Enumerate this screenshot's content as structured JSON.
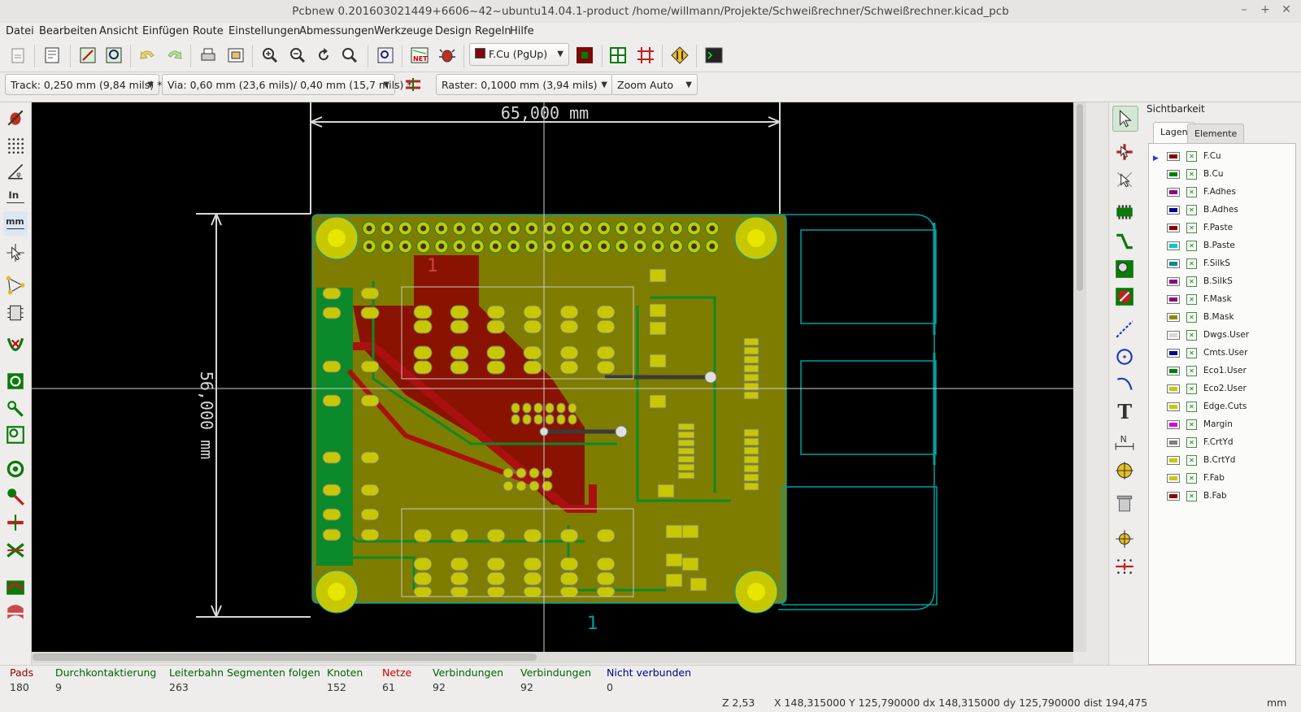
{
  "window": {
    "title": "Pcbnew 0.201603021449+6606~42~ubuntu14.04.1-product /home/willmann/Projekte/Schweißrechner/Schweißrechner.kicad_pcb",
    "minimize": "–",
    "maximize": "+",
    "close": "✕"
  },
  "menu": [
    "Datei",
    "Bearbeiten",
    "Ansicht",
    "Einfügen",
    "Route",
    "Einstellungen",
    "Abmessungen",
    "Werkzeuge",
    "Design Regeln",
    "Hilfe"
  ],
  "toolbar": {
    "layer_select": "F.Cu (PgUp)",
    "layer_color": "#7a0a0a"
  },
  "toolbar2": {
    "track": "Track: 0,250 mm (9,84 mils) *",
    "via": "Via: 0,60 mm (23,6 mils)/ 0,40 mm (15,7 mils) *",
    "grid": "Raster: 0,1000 mm (3,94 mils)",
    "zoom": "Zoom Auto"
  },
  "canvas": {
    "dim_horizontal": "65,000 mm",
    "dim_vertical": "56,000 mm",
    "silk_label_1": "1",
    "silk_label_2": "1"
  },
  "panel": {
    "title": "Sichtbarkeit",
    "tab_layers": "Lagen",
    "tab_elements": "Elemente",
    "layers": [
      {
        "name": "F.Cu",
        "color": "#8b0000"
      },
      {
        "name": "B.Cu",
        "color": "#008000"
      },
      {
        "name": "F.Adhes",
        "color": "#8b008b"
      },
      {
        "name": "B.Adhes",
        "color": "#00008b"
      },
      {
        "name": "F.Paste",
        "color": "#8b0000"
      },
      {
        "name": "B.Paste",
        "color": "#00c8c8"
      },
      {
        "name": "F.SilkS",
        "color": "#008b8b"
      },
      {
        "name": "B.SilkS",
        "color": "#8b008b"
      },
      {
        "name": "F.Mask",
        "color": "#8b008b"
      },
      {
        "name": "B.Mask",
        "color": "#8b8b00"
      },
      {
        "name": "Dwgs.User",
        "color": "#d8d8d8"
      },
      {
        "name": "Cmts.User",
        "color": "#00008b"
      },
      {
        "name": "Eco1.User",
        "color": "#008000"
      },
      {
        "name": "Eco2.User",
        "color": "#c8c800"
      },
      {
        "name": "Edge.Cuts",
        "color": "#c8c800"
      },
      {
        "name": "Margin",
        "color": "#d800d8"
      },
      {
        "name": "F.CrtYd",
        "color": "#808080"
      },
      {
        "name": "B.CrtYd",
        "color": "#c8c800"
      },
      {
        "name": "F.Fab",
        "color": "#c8c800"
      },
      {
        "name": "B.Fab",
        "color": "#8b0000"
      }
    ]
  },
  "status": {
    "pads_label": "Pads",
    "pads_value": "180",
    "vias_label": "Durchkontaktierung",
    "vias_value": "9",
    "tracks_label": "Leiterbahn Segmenten folgen",
    "tracks_value": "263",
    "nodes_label": "Knoten",
    "nodes_value": "152",
    "nets_label": "Netze",
    "nets_value": "61",
    "connections_label": "Verbindungen",
    "connections_value": "92",
    "connections2_label": "Verbindungen",
    "connections2_value": "92",
    "unconnected_label": "Nicht verbunden",
    "unconnected_value": "0",
    "zoom": "Z 2,53",
    "xy": "X 148,315000  Y 125,790000",
    "dxdy": "dx 148,315000  dy 125,790000  dist 194,475",
    "units": "mm",
    "colors": {
      "pads": "#8b0000",
      "vias": "#006400",
      "nets": "#cc0000",
      "unconnected": "#00008b"
    }
  }
}
